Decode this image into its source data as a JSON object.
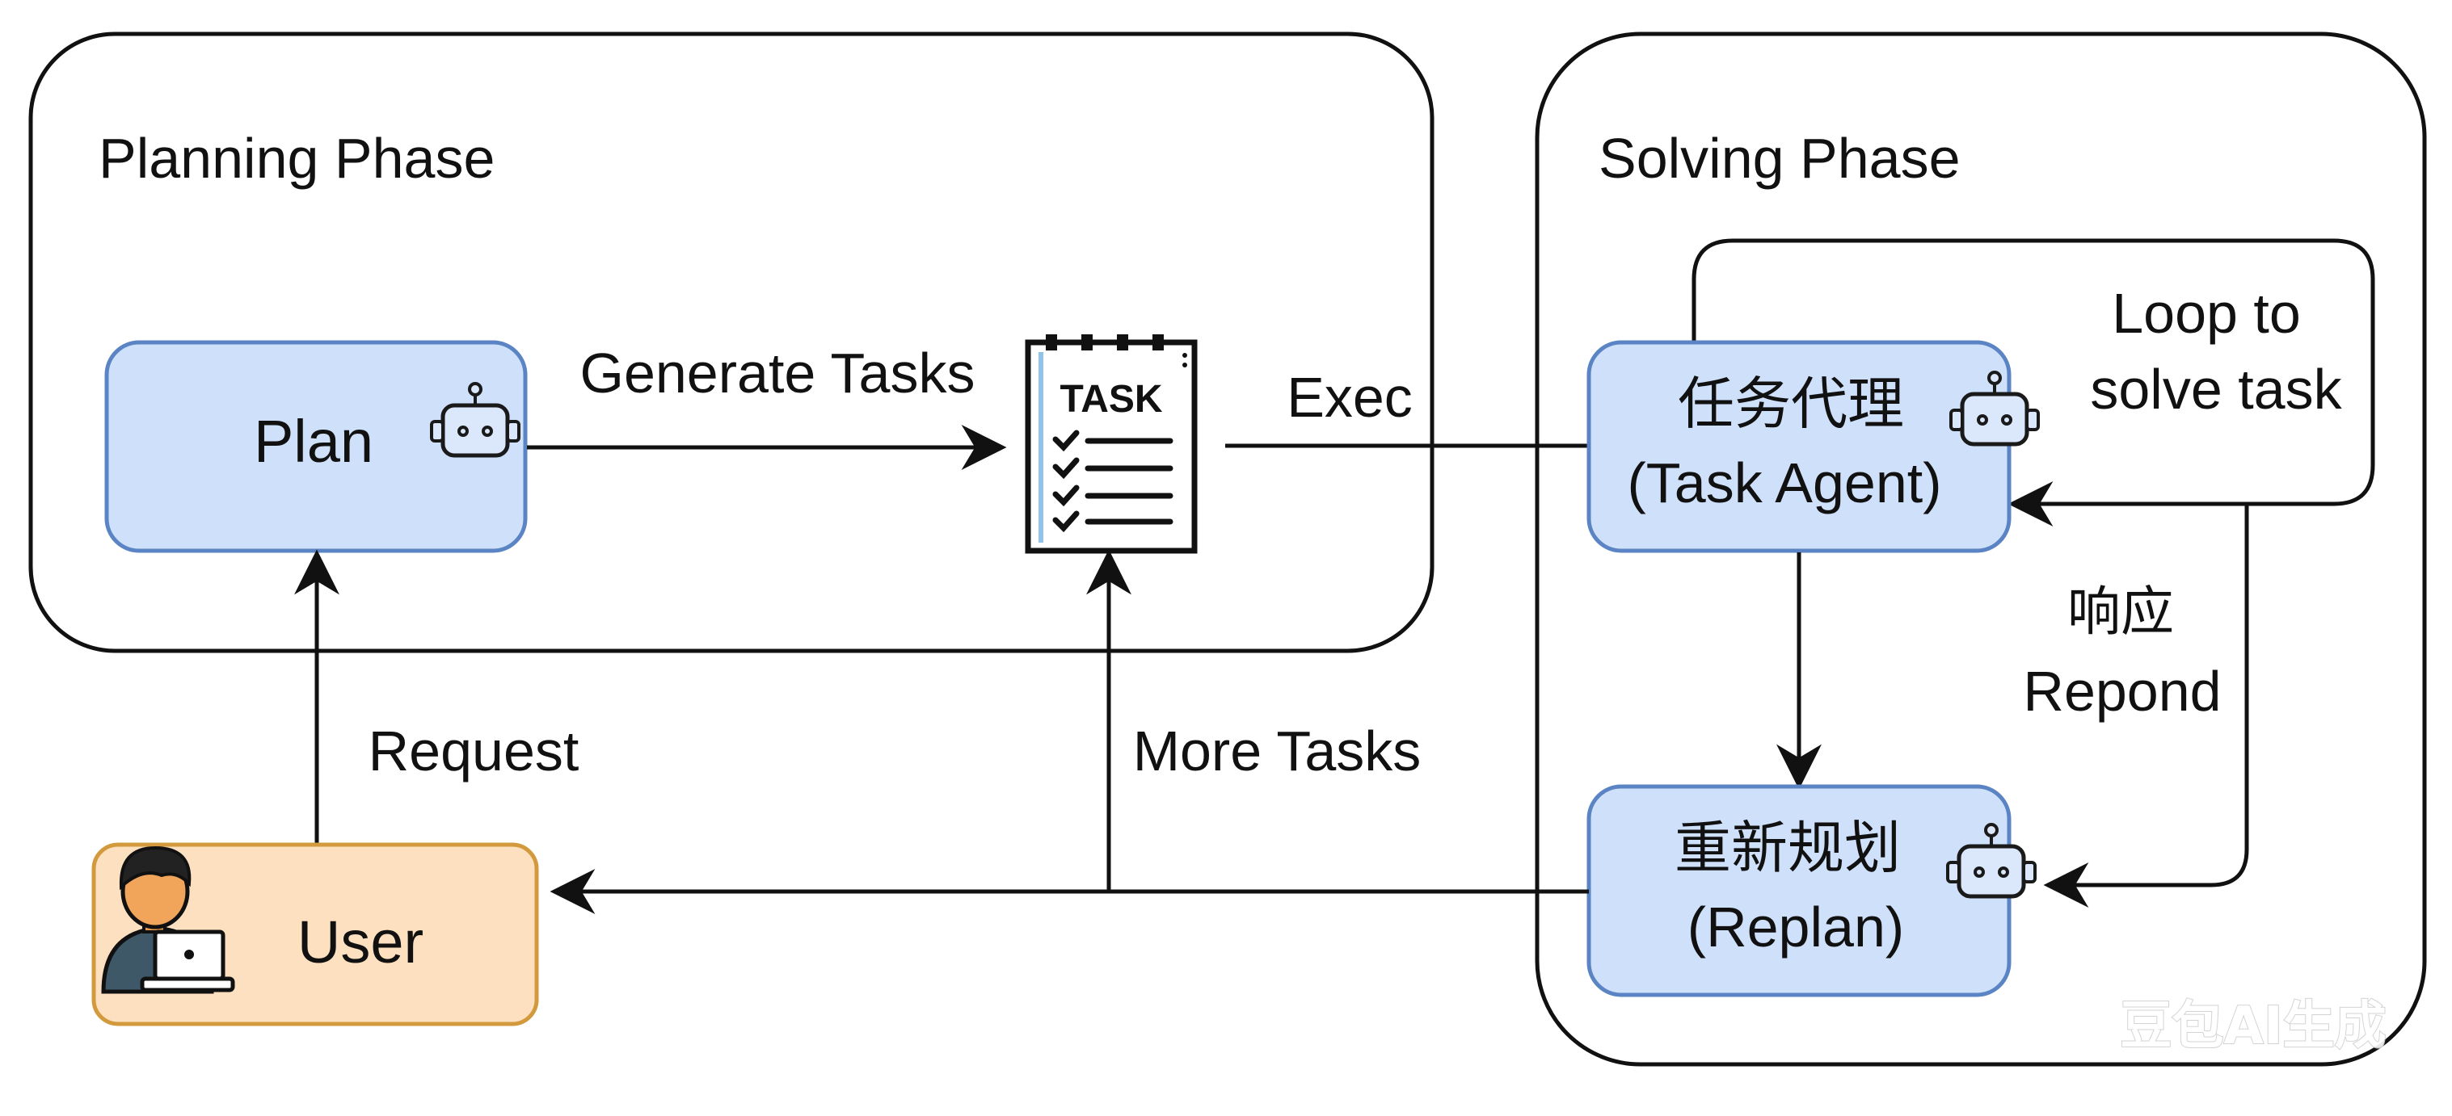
{
  "phases": {
    "planning": {
      "title": "Planning Phase"
    },
    "solving": {
      "title": "Solving Phase"
    }
  },
  "nodes": {
    "plan": {
      "label": "Plan",
      "icon": "robot-icon"
    },
    "task_doc": {
      "label": "TASK",
      "icon": "checklist-icon"
    },
    "task_agent": {
      "label_cn": "任务代理",
      "label_en": "(Task Agent)",
      "icon": "robot-icon"
    },
    "replan": {
      "label_cn": "重新规划",
      "label_en": "(Replan)",
      "icon": "robot-icon"
    },
    "user": {
      "label": "User",
      "icon": "person-laptop-icon"
    }
  },
  "edges": {
    "generate_tasks": "Generate Tasks",
    "exec": "Exec",
    "loop": {
      "line1": "Loop to",
      "line2": "solve task"
    },
    "respond": {
      "line1": "响应",
      "line2": "Repond"
    },
    "request": "Request",
    "more_tasks": "More Tasks"
  },
  "watermark": "豆包AI生成",
  "colors": {
    "node_fill_blue": "#cfe0fa",
    "node_stroke_blue": "#5b84c4",
    "user_fill": "#fde0bf",
    "user_stroke": "#d29a3c",
    "line": "#111111"
  }
}
